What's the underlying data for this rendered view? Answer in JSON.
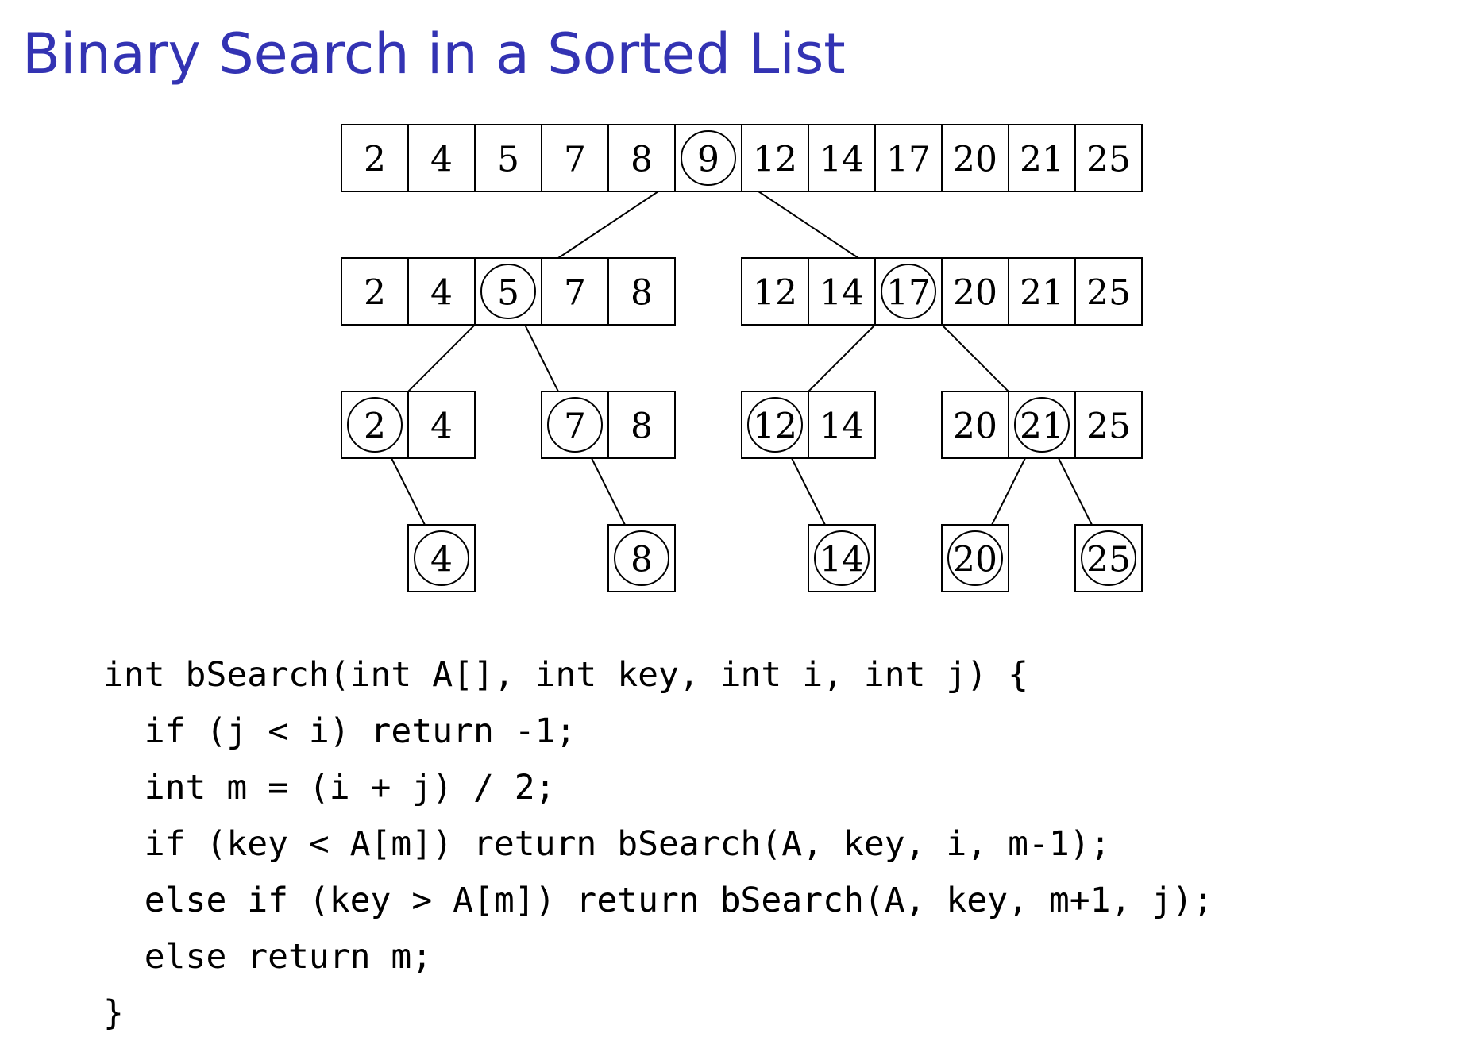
{
  "title": "Binary Search in a Sorted List",
  "colors": {
    "title": "#3333b3",
    "ink": "#000000",
    "background": "#ffffff"
  },
  "tree": {
    "levels": [
      {
        "groups": [
          {
            "values": [
              "2",
              "4",
              "5",
              "7",
              "8",
              "9",
              "12",
              "14",
              "17",
              "20",
              "21",
              "25"
            ],
            "circled": 5
          }
        ]
      },
      {
        "groups": [
          {
            "values": [
              "2",
              "4",
              "5",
              "7",
              "8"
            ],
            "circled": 2
          },
          {
            "values": [
              "12",
              "14",
              "17",
              "20",
              "21",
              "25"
            ],
            "circled": 2
          }
        ]
      },
      {
        "groups": [
          {
            "values": [
              "2",
              "4"
            ],
            "circled": 0
          },
          {
            "values": [
              "7",
              "8"
            ],
            "circled": 0
          },
          {
            "values": [
              "12",
              "14"
            ],
            "circled": 0
          },
          {
            "values": [
              "20",
              "21",
              "25"
            ],
            "circled": 1
          }
        ]
      },
      {
        "groups": [
          {
            "values": [
              "4"
            ],
            "circled": 0
          },
          {
            "values": [
              "8"
            ],
            "circled": 0
          },
          {
            "values": [
              "14"
            ],
            "circled": 0
          },
          {
            "values": [
              "20"
            ],
            "circled": 0
          },
          {
            "values": [
              "25"
            ],
            "circled": 0
          }
        ]
      }
    ]
  },
  "code": {
    "lines": [
      "int bSearch(int A[], int key, int i, int j) {",
      "  if (j < i) return -1;",
      "  int m = (i + j) / 2;",
      "  if (key < A[m]) return bSearch(A, key, i, m-1);",
      "  else if (key > A[m]) return bSearch(A, key, m+1, j);",
      "  else return m;",
      "}"
    ]
  }
}
